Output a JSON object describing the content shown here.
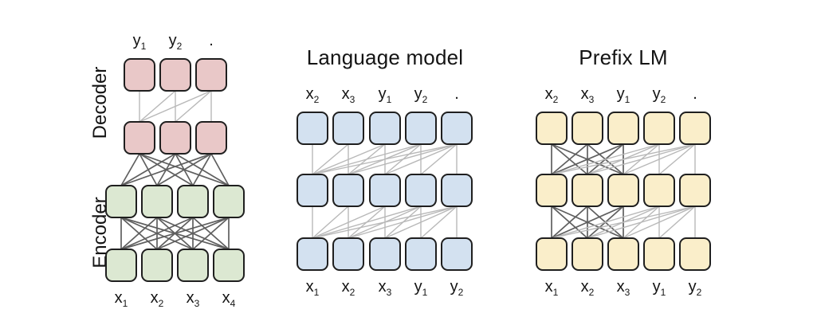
{
  "figure": {
    "description_colors": {
      "full_attention_line": "#5f5f5f",
      "causal_attention_line": "#b8b8b8",
      "box_border": "#1f1f1f",
      "decoder_fill": "#e9c8c8",
      "encoder_fill": "#dce8d2",
      "language_model_fill": "#d3e1f0",
      "prefix_lm_fill": "#faeeca"
    }
  },
  "diagrams": [
    {
      "name": "encoder-decoder",
      "side_labels": [
        {
          "text": "Decoder"
        },
        {
          "text": "Encoder"
        }
      ],
      "row_colors": [
        "#e9c8c8",
        "#e9c8c8",
        "#dce8d2",
        "#dce8d2"
      ],
      "row_names": [
        "decoder-box",
        "decoder-box",
        "encoder-box",
        "encoder-box"
      ],
      "top_labels": [
        "y_1",
        "y_2",
        "."
      ],
      "bottom_labels": [
        "x_1",
        "x_2",
        "x_3",
        "x_4"
      ],
      "connections": [
        {
          "from_row": 0,
          "to_row": 1,
          "pattern": "causal"
        },
        {
          "from_row": 1,
          "to_row": 2,
          "pattern": "full"
        },
        {
          "from_row": 2,
          "to_row": 3,
          "pattern": "full"
        }
      ]
    },
    {
      "name": "language-model",
      "title": "Language model",
      "row_colors": [
        "#d3e1f0",
        "#d3e1f0",
        "#d3e1f0"
      ],
      "row_names": [
        "language-model-box",
        "language-model-box",
        "language-model-box"
      ],
      "top_labels": [
        "x_2",
        "x_3",
        "y_1",
        "y_2",
        "."
      ],
      "bottom_labels": [
        "x_1",
        "x_2",
        "x_3",
        "y_1",
        "y_2"
      ],
      "connections": [
        {
          "from_row": 0,
          "to_row": 1,
          "pattern": "causal"
        },
        {
          "from_row": 1,
          "to_row": 2,
          "pattern": "causal"
        }
      ]
    },
    {
      "name": "prefix-lm",
      "title": "Prefix LM",
      "row_colors": [
        "#faeeca",
        "#faeeca",
        "#faeeca"
      ],
      "row_names": [
        "prefix-lm-box",
        "prefix-lm-box",
        "prefix-lm-box"
      ],
      "top_labels": [
        "x_2",
        "x_3",
        "y_1",
        "y_2",
        "."
      ],
      "bottom_labels": [
        "x_1",
        "x_2",
        "x_3",
        "y_1",
        "y_2"
      ],
      "connections": [
        {
          "from_row": 0,
          "to_row": 1,
          "pattern": "prefix",
          "prefix_len": 3
        },
        {
          "from_row": 1,
          "to_row": 2,
          "pattern": "prefix",
          "prefix_len": 3
        }
      ]
    }
  ]
}
